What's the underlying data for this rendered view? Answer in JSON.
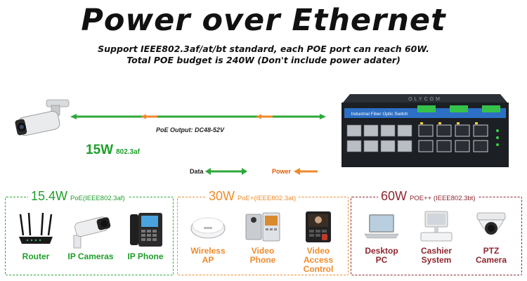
{
  "title": "Power over Ethernet",
  "subtitle_line1": "Support IEEE802.3af/at/bt standard, each POE port can reach 60W.",
  "subtitle_line2": "Total POE budget is 240W (Don't include power adater)",
  "poe_output": "PoE Output: DC48-52V",
  "camera_power": {
    "watt": "15W",
    "standard": "802.3af"
  },
  "legend": {
    "data": "Data",
    "power": "Power"
  },
  "switch": {
    "brand": "OLYCOM",
    "label": "Industrial Fiber Optic Switch"
  },
  "colors": {
    "green": "#1e9e2a",
    "orange": "#f08a2a",
    "maroon": "#8e2630"
  },
  "groups": [
    {
      "watt": "15.4W",
      "standard": "PoE(IEEE802.3af)",
      "devices": [
        {
          "icon": "router-icon",
          "label_lines": [
            "Router"
          ]
        },
        {
          "icon": "ip-camera-icon",
          "label_lines": [
            "IP Cameras"
          ]
        },
        {
          "icon": "ip-phone-icon",
          "label_lines": [
            "IP Phone"
          ]
        }
      ]
    },
    {
      "watt": "30W",
      "standard": "PoE+(IEEE802.3at)",
      "devices": [
        {
          "icon": "wireless-ap-icon",
          "label_lines": [
            "Wireless",
            "AP"
          ]
        },
        {
          "icon": "video-phone-icon",
          "label_lines": [
            "Video",
            "Phone"
          ]
        },
        {
          "icon": "access-control-icon",
          "label_lines": [
            "Video",
            "Access Control"
          ]
        }
      ]
    },
    {
      "watt": "60W",
      "standard": "POE++ (IEEE802.3bt)",
      "devices": [
        {
          "icon": "laptop-icon",
          "label_lines": [
            "Desktop",
            "PC"
          ]
        },
        {
          "icon": "cashier-icon",
          "label_lines": [
            "Cashier",
            "System"
          ]
        },
        {
          "icon": "ptz-camera-icon",
          "label_lines": [
            "PTZ",
            "Camera"
          ]
        }
      ]
    }
  ]
}
